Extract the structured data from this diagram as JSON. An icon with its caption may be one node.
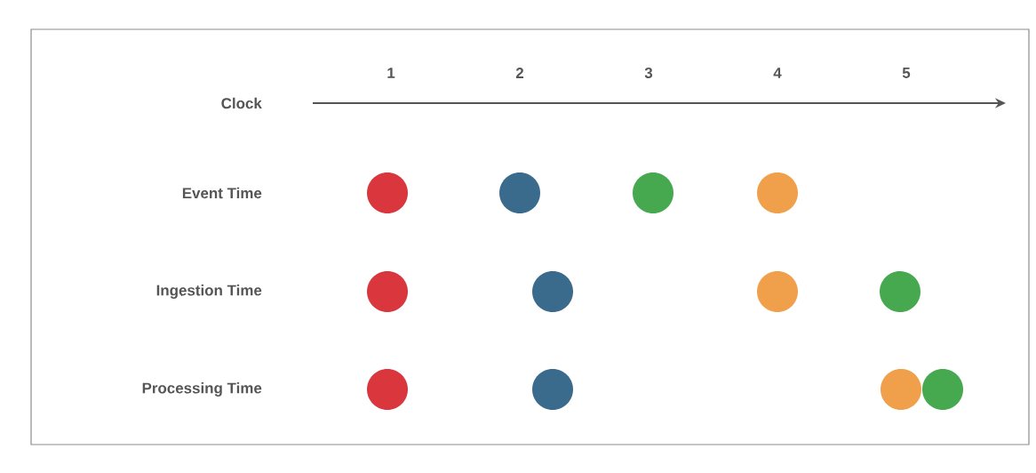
{
  "diagram": {
    "nodes": [
      {
        "text": [],
        "shape": "circle"
      },
      {
        "text": [],
        "shape": "circle"
      },
      {
        "text": [],
        "shape": "circle"
      },
      {
        "text": [],
        "shape": "circle"
      },
      {
        "text": [],
        "shape": "circle"
      },
      {
        "text": [],
        "shape": "circle"
      },
      {
        "text": [],
        "shape": "circle"
      },
      {
        "text": [],
        "shape": "circle"
      },
      {
        "text": [],
        "shape": "circle"
      },
      {
        "text": [],
        "shape": "circle"
      },
      {
        "text": [],
        "shape": "circle"
      },
      {
        "text": [],
        "shape": "circle"
      }
    ],
    "labels": [
      "1",
      "2",
      "3",
      "4",
      "5",
      "Clock",
      "Event Time",
      "Ingestion Time",
      "Processing Time"
    ]
  }
}
